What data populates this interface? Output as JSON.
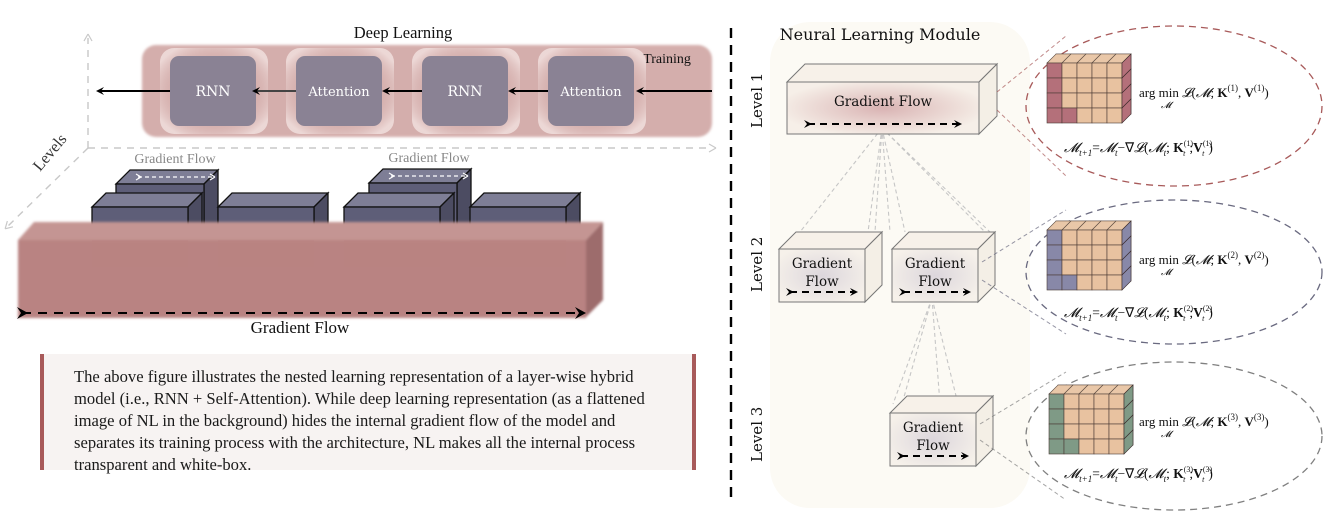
{
  "left_panel": {
    "title": "Deep Learning",
    "training_label": "Training",
    "pipeline_blocks": [
      "RNN",
      "Attention",
      "RNN",
      "Attention"
    ],
    "levels_axis_label": "Levels",
    "upper_gradient_labels": [
      "Gradient Flow",
      "Gradient Flow"
    ],
    "base_gradient_label": "Gradient Flow",
    "caption": "The above figure illustrates the nested learning representation of a layer-wise hybrid model (i.e., RNN + Self-Attention). While deep learning representation (as a flattened image of NL in the background) hides the internal gradient flow of the model and separates its training process with the architecture, NL makes all the internal process transparent and white-box."
  },
  "right_panel": {
    "title": "Neural Learning Module",
    "levels": [
      {
        "label": "Level 1",
        "boxes": [
          [
            "Gradient Flow"
          ]
        ],
        "objective": "arg min_𝓜 𝓛(𝓜; K⁽¹⁾, V⁽¹⁾)",
        "update": "𝓜ₜ₊₁ = 𝓜ₜ − ∇𝓛(𝓜ₜ; Kₜ⁽¹⁾, Vₜ⁽¹⁾)",
        "superscript": "(1)",
        "accent": "#a85a5a"
      },
      {
        "label": "Level 2",
        "boxes": [
          [
            "Gradient",
            "Flow"
          ],
          [
            "Gradient",
            "Flow"
          ]
        ],
        "objective": "arg min_𝓜 𝓛(𝓜; K⁽²⁾, V⁽²⁾)",
        "update": "𝓜ₜ₊₁ = 𝓜ₜ − ∇𝓛(𝓜ₜ; Kₜ⁽²⁾, Vₜ⁽²⁾)",
        "superscript": "(2)",
        "accent": "#6a6a80"
      },
      {
        "label": "Level 3",
        "boxes": [
          [
            "Gradient",
            "Flow"
          ]
        ],
        "objective": "arg min_𝓜 𝓛(𝓜; K⁽³⁾, V⁽³⁾)",
        "update": "𝓜ₜ₊₁ = 𝓜ₜ − ∇𝓛(𝓜ₜ; Kₜ⁽³⁾, Vₜ⁽³⁾)",
        "superscript": "(3)",
        "accent": "#707070"
      }
    ],
    "math": {
      "argmin": "arg min",
      "sub_M": "𝓜",
      "L": "𝓛",
      "M": "𝓜",
      "K": "K",
      "V": "V",
      "update_lhs": "𝓜",
      "sub_t1": "t+1",
      "sub_t": "t",
      "eq": "=",
      "minus_grad": "−∇",
      "semicolon": ";",
      "comma": ",",
      "open": "(",
      "close": ")"
    }
  },
  "colors": {
    "dl_band": "#d4aeac",
    "dl_block": "#8a8294",
    "block_3d_front": "#5e5e78",
    "block_3d_top": "#7e7e96",
    "block_3d_side": "#4c4c62",
    "base_box": "#b98382",
    "caption_border": "#a85a5a",
    "caption_bg": "#f7f3f2",
    "module_bg": "#fcfaf5",
    "cube_level1_a": "#e8c2a0",
    "cube_level1_b": "#b4707a",
    "cube_level2_a": "#e8c2a0",
    "cube_level2_b": "#8888a8",
    "cube_level3_a": "#e8c2a0",
    "cube_level3_b": "#7f9a86"
  }
}
